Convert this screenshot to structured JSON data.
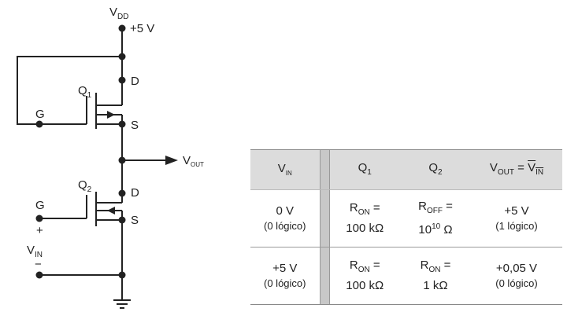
{
  "circuit": {
    "vdd_label": "V",
    "vdd_sub": "DD",
    "supply_label": "+5 V",
    "q1_label": "Q",
    "q1_sub": "1",
    "q2_label": "Q",
    "q2_sub": "2",
    "drain_label": "D",
    "source_label": "S",
    "gate_label": "G",
    "vout_label": "V",
    "vout_sub": "OUT",
    "plus_label": "+",
    "vin_label": "V",
    "vin_sub": "IN",
    "minus_label": "−"
  },
  "table": {
    "headers": {
      "vin": "V",
      "vin_sub": "IN",
      "q1": "Q",
      "q1_sub": "1",
      "q2": "Q",
      "q2_sub": "2",
      "vout": "V",
      "vout_sub": "OUT",
      "vout_eq": " = ",
      "vout_bar": "V",
      "vout_bar_sub": "IN"
    },
    "rows": [
      {
        "vin_value": "0 V",
        "vin_note": "(0 lógico)",
        "q1_line1": "R",
        "q1_line1_sub": "ON",
        "q1_line1_eq": " =",
        "q1_line2": "100 kΩ",
        "q2_line1": "R",
        "q2_line1_sub": "OFF",
        "q2_line1_eq": " =",
        "q2_line2": "10",
        "q2_line2_sup": "10",
        "q2_line2_unit": " Ω",
        "vout_value": "+5 V",
        "vout_note": "(1 lógico)"
      },
      {
        "vin_value": "+5 V",
        "vin_note": "(0 lógico)",
        "q1_line1": "R",
        "q1_line1_sub": "ON",
        "q1_line1_eq": " =",
        "q1_line2": "100 kΩ",
        "q2_line1": "R",
        "q2_line1_sub": "ON",
        "q2_line1_eq": " =",
        "q2_line2": "1 kΩ",
        "vout_value": "+0,05 V",
        "vout_note": "(0 lógico)"
      }
    ]
  }
}
